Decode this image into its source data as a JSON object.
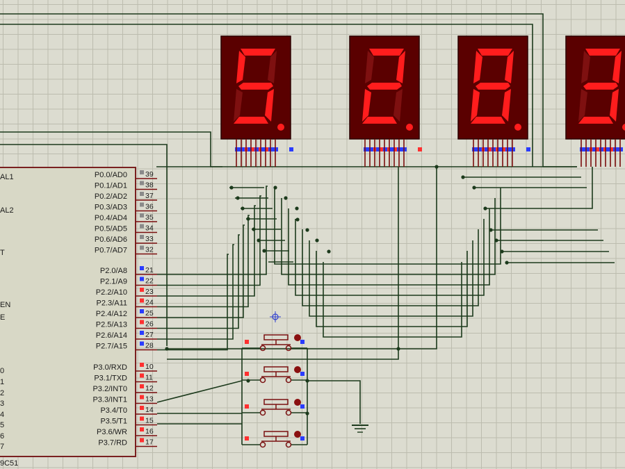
{
  "chip": {
    "name_fragment": "9C51",
    "left_labels": [
      "AL1",
      "AL2",
      "T",
      "EN",
      "E",
      "0",
      "1",
      "2",
      "3",
      "4",
      "5",
      "6",
      "7"
    ],
    "pins_p0": [
      {
        "label": "P0.0/AD0",
        "num": "39"
      },
      {
        "label": "P0.1/AD1",
        "num": "38"
      },
      {
        "label": "P0.2/AD2",
        "num": "37"
      },
      {
        "label": "P0.3/AD3",
        "num": "36"
      },
      {
        "label": "P0.4/AD4",
        "num": "35"
      },
      {
        "label": "P0.5/AD5",
        "num": "34"
      },
      {
        "label": "P0.6/AD6",
        "num": "33"
      },
      {
        "label": "P0.7/AD7",
        "num": "32"
      }
    ],
    "pins_p2": [
      {
        "label": "P2.0/A8",
        "num": "21"
      },
      {
        "label": "P2.1/A9",
        "num": "22"
      },
      {
        "label": "P2.2/A10",
        "num": "23"
      },
      {
        "label": "P2.3/A11",
        "num": "24"
      },
      {
        "label": "P2.4/A12",
        "num": "25"
      },
      {
        "label": "P2.5/A13",
        "num": "26"
      },
      {
        "label": "P2.6/A14",
        "num": "27"
      },
      {
        "label": "P2.7/A15",
        "num": "28"
      }
    ],
    "pins_p3": [
      {
        "label": "P3.0/RXD",
        "num": "10"
      },
      {
        "label": "P3.1/TXD",
        "num": "11"
      },
      {
        "label": "P3.2/INT0",
        "num": "12"
      },
      {
        "label": "P3.3/INT1",
        "num": "13"
      },
      {
        "label": "P3.4/T0",
        "num": "14"
      },
      {
        "label": "P3.5/T1",
        "num": "15"
      },
      {
        "label": "P3.6/WR",
        "num": "16"
      },
      {
        "label": "P3.7/RD",
        "num": "17"
      }
    ]
  },
  "displays": [
    {
      "digit": "5"
    },
    {
      "digit": "2"
    },
    {
      "digit": "8"
    },
    {
      "digit": "3"
    }
  ],
  "colors": {
    "background": "#dcdcd0",
    "grid": "#bcbcae",
    "wire": "#1c3a1c",
    "chip_body": "#d8d8c6",
    "chip_border": "#7a2020",
    "display_body": "#5a0000",
    "segment_on": "#ff1d1d",
    "segment_off": "#7e1010",
    "pin_high": "#ff3030",
    "pin_low": "#2a3cff"
  },
  "buttons_count": 4,
  "icons": [
    "crosshair-cursor-icon",
    "ground-icon"
  ]
}
